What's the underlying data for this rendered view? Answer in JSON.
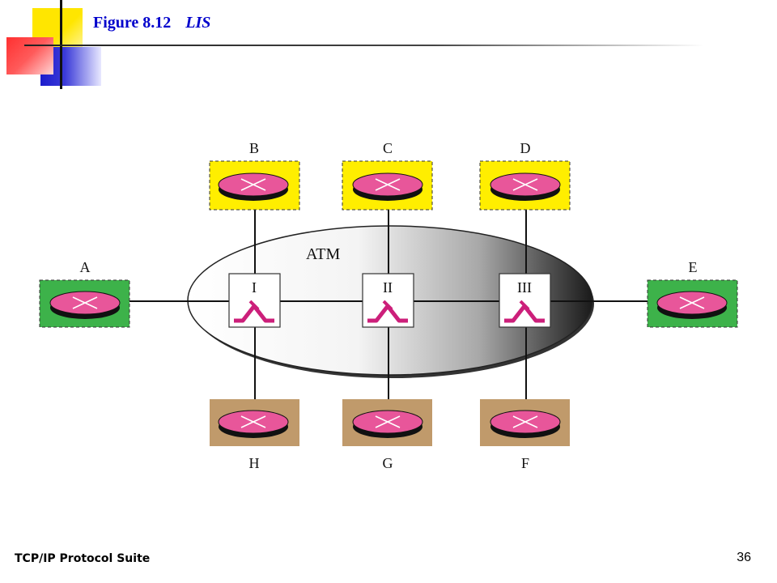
{
  "slide": {
    "figure_label": "Figure 8.12",
    "figure_name": "LIS",
    "footer_left": "TCP/IP Protocol Suite",
    "page_number": "36"
  },
  "diagram": {
    "network_label": "ATM",
    "switches": [
      "I",
      "II",
      "III"
    ],
    "routers_top": [
      "B",
      "C",
      "D"
    ],
    "routers_bottom": [
      "H",
      "G",
      "F"
    ],
    "router_left": "A",
    "router_right": "E"
  },
  "colors": {
    "title": "#0000cc",
    "router_fill": "#e8569a",
    "router_top_bg": "#ffee00",
    "router_side_bg": "#3db24a",
    "router_bottom_bg": "#c09a6b",
    "switch_mark": "#cc1f7a"
  }
}
